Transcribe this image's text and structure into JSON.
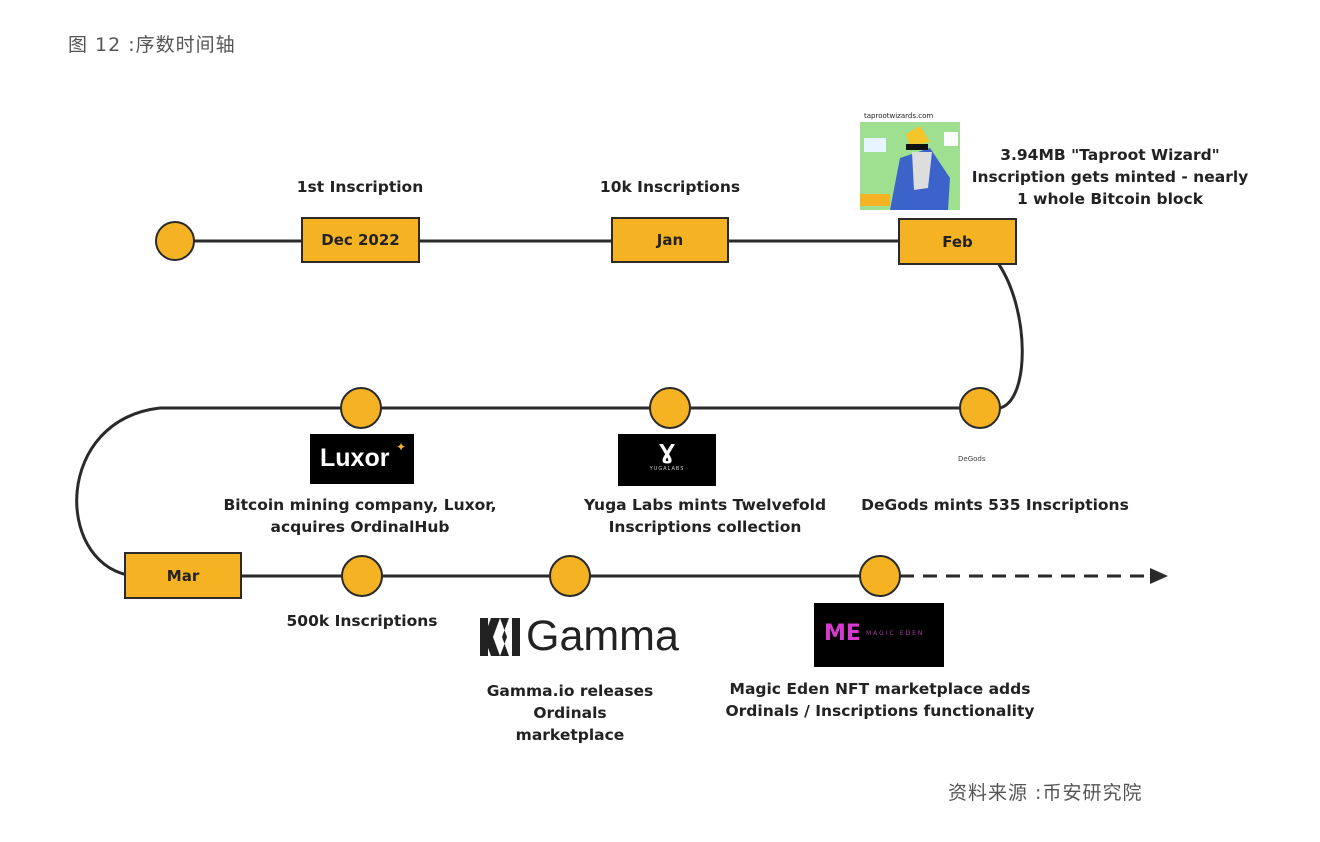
{
  "figure_title": "图 12 :序数时间轴",
  "source": "资料来源 :币安研究院",
  "row1": {
    "boxes": [
      {
        "label": "Dec 2022",
        "caption": "1st Inscription"
      },
      {
        "label": "Jan",
        "caption": "10k Inscriptions"
      },
      {
        "label": "Feb",
        "caption_lines": [
          "3.94MB \"Taproot Wizard\"",
          "Inscription  gets minted - nearly",
          "1 whole Bitcoin block"
        ]
      }
    ]
  },
  "row2": {
    "events": [
      {
        "logo_text": "Luxor",
        "caption_lines": [
          "Bitcoin mining company, Luxor,",
          "acquires OrdinalHub"
        ]
      },
      {
        "logo_text": "Ɣ",
        "logo_sub": "YUGALABS",
        "caption_lines": [
          "Yuga Labs mints Twelvefold",
          "Inscriptions collection"
        ]
      },
      {
        "logo_text": "DeGods",
        "caption_lines": [
          "DeGods mints 535 Inscriptions"
        ]
      }
    ]
  },
  "row3": {
    "box": {
      "label": "Mar"
    },
    "events": [
      {
        "caption_lines": [
          "500k Inscriptions"
        ]
      },
      {
        "logo_text": "Gamma",
        "caption_lines": [
          "Gamma.io releases",
          "Ordinals",
          "marketplace"
        ]
      },
      {
        "logo_text": "MAGIC EDEN",
        "logo_mark": "ME",
        "caption_lines": [
          "Magic Eden NFT marketplace adds",
          "Ordinals / Inscriptions functionality"
        ]
      }
    ]
  },
  "wizard_image_text": "taprootwizards.com",
  "colors": {
    "node_fill": "#f5b324",
    "node_stroke": "#2a2a2a",
    "line": "#2a2a2a",
    "logo_bg": "#000000"
  }
}
